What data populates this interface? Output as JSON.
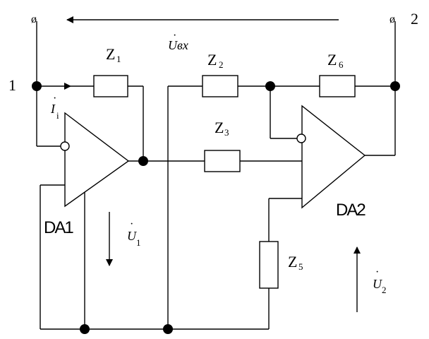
{
  "terminals": {
    "t1": "1",
    "t2": "2",
    "symbol": "ø"
  },
  "impedances": {
    "z1": "Z",
    "z1_sub": "1",
    "z2": "Z",
    "z2_sub": "2",
    "z3": "Z",
    "z3_sub": "3",
    "z5": "Z",
    "z5_sub": "5",
    "z6": "Z",
    "z6_sub": "6"
  },
  "amplifiers": {
    "da1": "DA1",
    "da2": "DA2"
  },
  "quantities": {
    "uin": "Uвх",
    "i1": "I",
    "i1_sub": "i",
    "u1": "U",
    "u1_sub": "1",
    "u2": "U",
    "u2_sub": "2",
    "dot": "·"
  }
}
